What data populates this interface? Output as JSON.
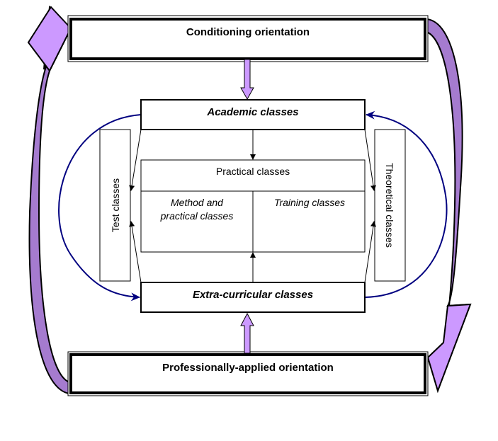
{
  "diagram": {
    "colors": {
      "arrow_fill": "#cc99ff",
      "curved_arrow_fill": "#a57bcf",
      "cycle_arc": "#000080",
      "stroke": "#000000"
    },
    "orientations": {
      "top": "Conditioning orientation",
      "bottom": "Professionally-applied orientation"
    },
    "classes": {
      "academic": "Academic classes",
      "extracurricular": "Extra-curricular classes",
      "practical": "Practical classes",
      "method_practical_line1": "Method and",
      "method_practical_line2": "practical classes",
      "training": "Training classes",
      "test": "Test classes",
      "theoretical": "Theoretical classes"
    }
  }
}
